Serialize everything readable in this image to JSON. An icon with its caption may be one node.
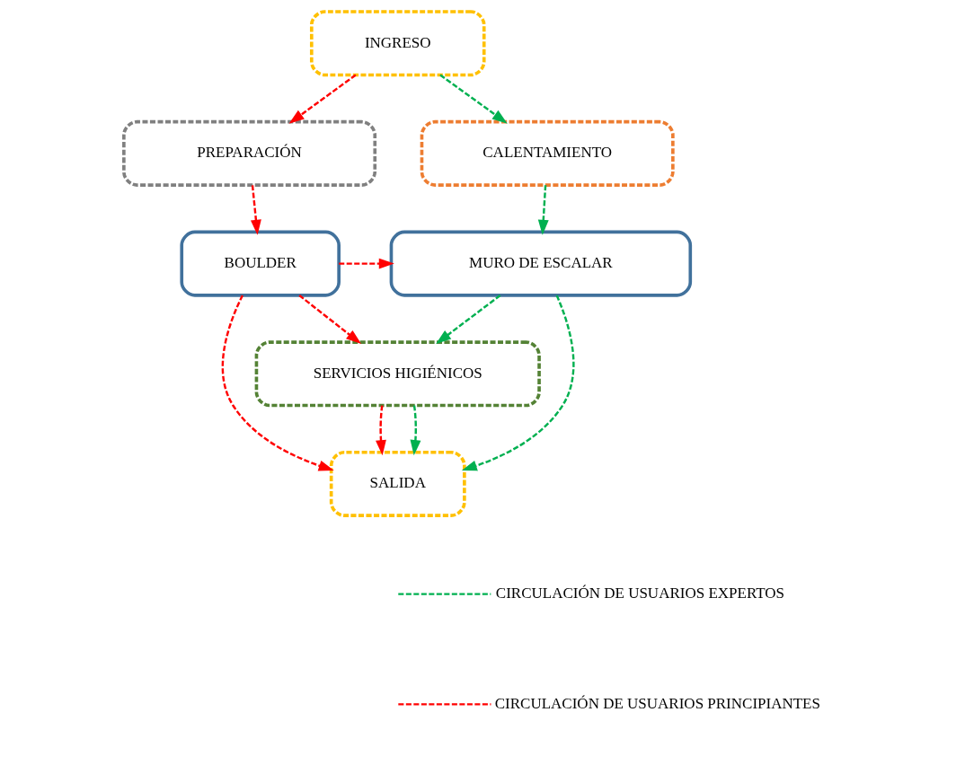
{
  "diagram": {
    "nodes": [
      {
        "text": [
          "INGRESO"
        ]
      },
      {
        "text": [
          "PREPARACIÓN"
        ]
      },
      {
        "text": [
          "CALENTAMIENTO"
        ]
      },
      {
        "text": [
          "BOULDER"
        ]
      },
      {
        "text": [
          "MURO DE ESCALAR"
        ]
      },
      {
        "text": [
          "SERVICIOS HIGIÉNICOS"
        ]
      },
      {
        "text": [
          "SALIDA"
        ]
      }
    ],
    "edges": [
      {
        "from": 0,
        "to": 1,
        "arrow": "to",
        "style": "dashed"
      },
      {
        "from": 0,
        "to": 2,
        "arrow": "to",
        "style": "dashed",
        "color": "#00b050"
      },
      {
        "from": 1,
        "to": 3,
        "arrow": "to",
        "style": "dashed"
      },
      {
        "from": 3,
        "to": 4,
        "arrow": "to",
        "style": "dashed"
      },
      {
        "from": 2,
        "to": 4,
        "arrow": "to",
        "style": "dashed",
        "color": "#00b050"
      },
      {
        "from": 3,
        "to": 5,
        "arrow": "to",
        "style": "dashed"
      },
      {
        "from": 4,
        "to": 5,
        "arrow": "to",
        "style": "dashed",
        "color": "#00b050"
      },
      {
        "from": 5,
        "to": 6,
        "arrow": "to",
        "style": "dashed"
      },
      {
        "from": 5,
        "to": 6,
        "arrow": "to",
        "style": "dashed",
        "color": "#00b050"
      },
      {
        "from": 3,
        "to": 6,
        "arrow": "to",
        "style": "dashed"
      },
      {
        "from": 4,
        "to": 6,
        "arrow": "to",
        "style": "dashed",
        "color": "#00b050"
      }
    ],
    "legend": [
      {
        "text": "CIRCULACIÓN DE USUARIOS EXPERTOS"
      },
      {
        "text": "CIRCULACIÓN DE USUARIOS PRINCIPIANTES"
      }
    ]
  }
}
